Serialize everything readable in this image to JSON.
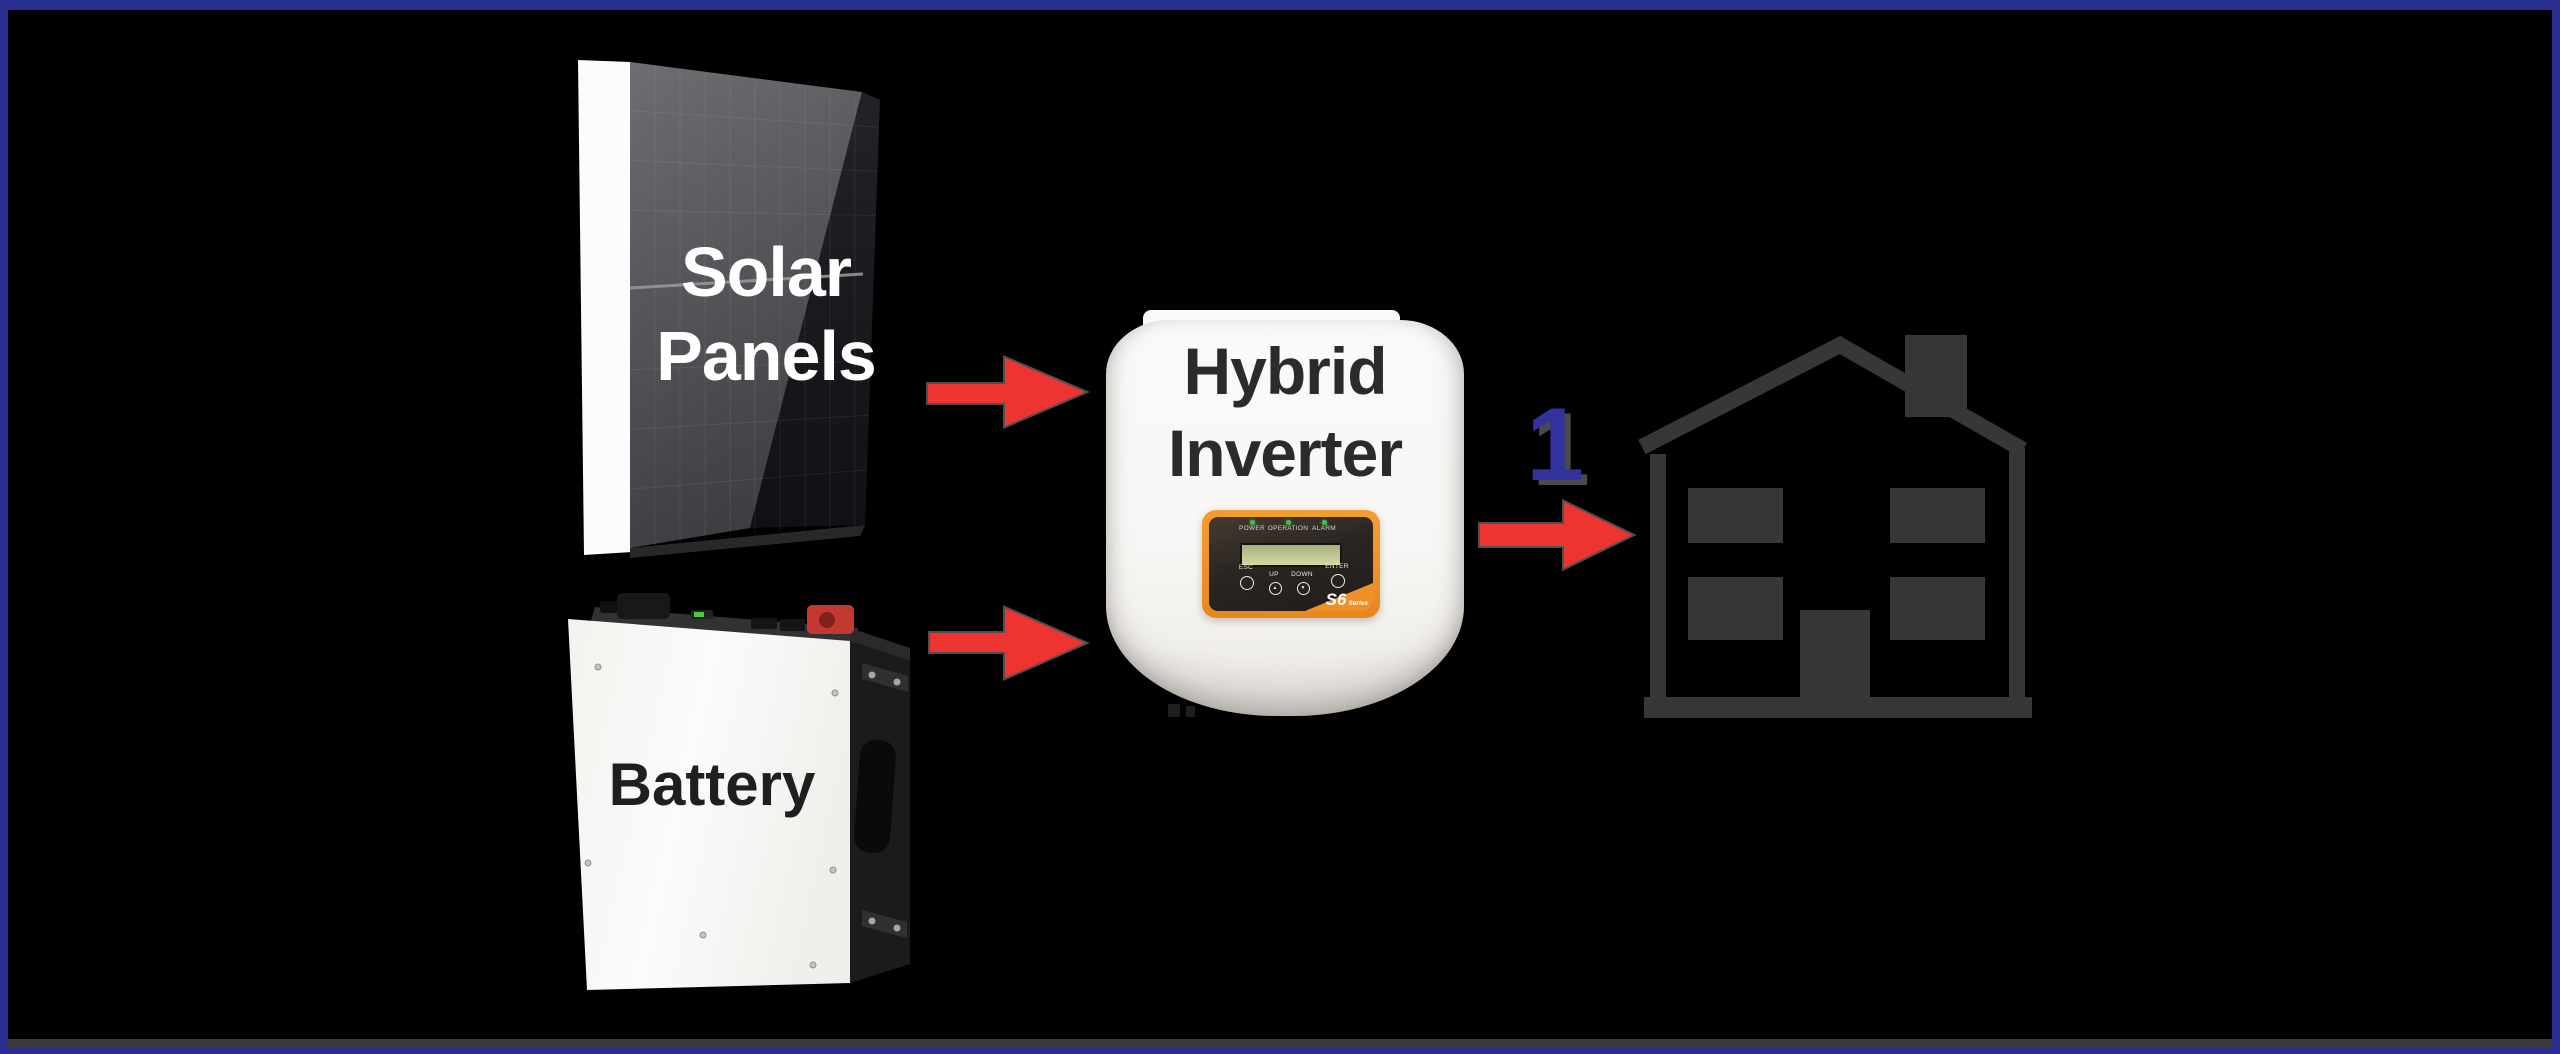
{
  "frame": {
    "border_color": "#2c2f92",
    "footer_strip_color": "#3b3b3b"
  },
  "nodes": {
    "solar_panels": {
      "label_line1": "Solar",
      "label_line2": "Panels"
    },
    "battery": {
      "label": "Battery"
    },
    "hybrid_inverter": {
      "label_line1": "Hybrid",
      "label_line2": "Inverter",
      "display_panel": {
        "led_labels": [
          "POWER",
          "OPERATION",
          "ALARM"
        ],
        "button_esc": "ESC",
        "button_up": "UP",
        "button_down": "DOWN",
        "button_enter": "ENTER",
        "up_glyph": "▲",
        "down_glyph": "▼",
        "brand": "S6",
        "brand_series": "Series"
      }
    },
    "home": {
      "icon": "house-icon"
    }
  },
  "annotations": {
    "step_number": "1"
  },
  "colors": {
    "arrow_red": "#ee3431",
    "arrow_halo": "#909090",
    "step_number_blue": "#32329e",
    "house_gray": "#373737",
    "panel_orange": "#ef8f27",
    "led_green": "#3ec24d",
    "frame_blue": "#2c2f92"
  }
}
